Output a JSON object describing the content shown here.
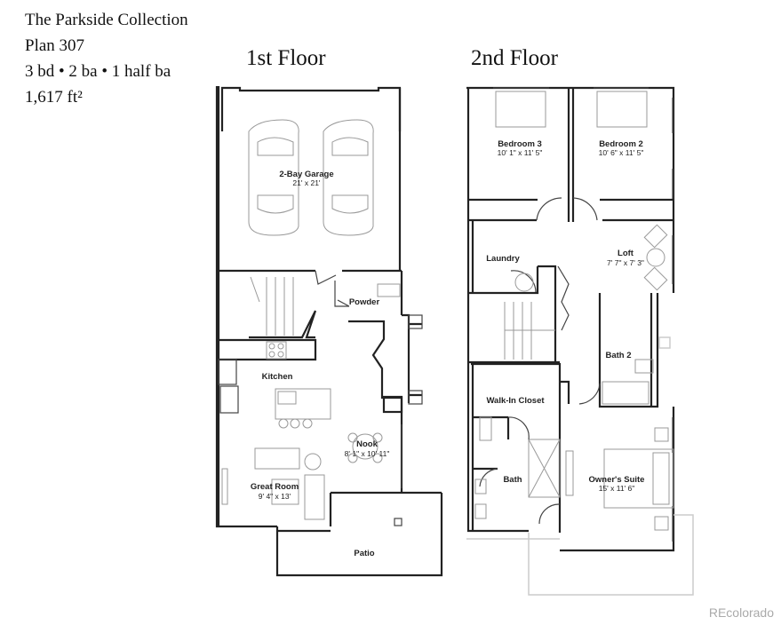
{
  "info": {
    "collection": "The Parkside Collection",
    "plan": "Plan 307",
    "rooms": "3 bd • 2 ba • 1 half ba",
    "area": "1,617 ft²"
  },
  "floors": {
    "first": {
      "title": "1st Floor",
      "rooms": {
        "garage": {
          "name": "2-Bay Garage",
          "dim": "21' x 21'"
        },
        "powder": {
          "name": "Powder"
        },
        "kitchen": {
          "name": "Kitchen"
        },
        "nook": {
          "name": "Nook",
          "dim": "8' 1\" x 10' 11\""
        },
        "great_room": {
          "name": "Great Room",
          "dim": "9' 4\" x 13'"
        },
        "patio": {
          "name": "Patio"
        }
      }
    },
    "second": {
      "title": "2nd Floor",
      "rooms": {
        "bedroom3": {
          "name": "Bedroom 3",
          "dim": "10' 1\" x 11' 5\""
        },
        "bedroom2": {
          "name": "Bedroom 2",
          "dim": "10' 6\" x 11' 5\""
        },
        "laundry": {
          "name": "Laundry"
        },
        "loft": {
          "name": "Loft",
          "dim": "7' 7\" x 7' 3\""
        },
        "bath2": {
          "name": "Bath 2"
        },
        "walkin": {
          "name": "Walk-In Closet"
        },
        "bath": {
          "name": "Bath"
        },
        "owners": {
          "name": "Owner's Suite",
          "dim": "15' x 11' 6\""
        }
      }
    }
  },
  "watermark": "REcolorado"
}
